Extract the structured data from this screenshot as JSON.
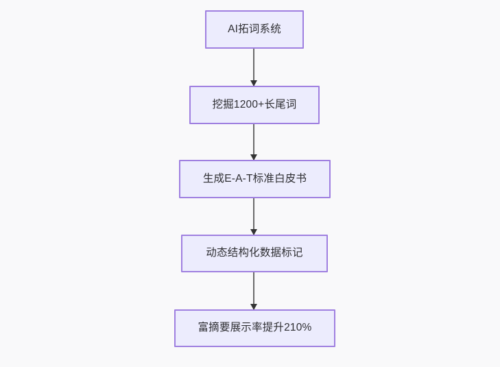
{
  "background_color": "#f9f9fa",
  "node_style": {
    "fill_color": "#ececfd",
    "border_color": "#9f7fe0",
    "text_color": "#2f2f33"
  },
  "connector_style": {
    "line_color": "#6b6b6b",
    "arrowhead_color": "#333333"
  },
  "flowchart": {
    "direction": "top-to-bottom",
    "nodes": [
      {
        "id": "node-1",
        "label": "AI拓词系统"
      },
      {
        "id": "node-2",
        "label": "挖掘1200+长尾词"
      },
      {
        "id": "node-3",
        "label": "生成E-A-T标准白皮书"
      },
      {
        "id": "node-4",
        "label": "动态结构化数据标记"
      },
      {
        "id": "node-5",
        "label": "富摘要展示率提升210%"
      }
    ],
    "edges": [
      {
        "id": "edge-1",
        "from": "node-1",
        "to": "node-2",
        "label": ""
      },
      {
        "id": "edge-2",
        "from": "node-2",
        "to": "node-3",
        "label": ""
      },
      {
        "id": "edge-3",
        "from": "node-3",
        "to": "node-4",
        "label": ""
      },
      {
        "id": "edge-4",
        "from": "node-4",
        "to": "node-5",
        "label": ""
      }
    ]
  }
}
